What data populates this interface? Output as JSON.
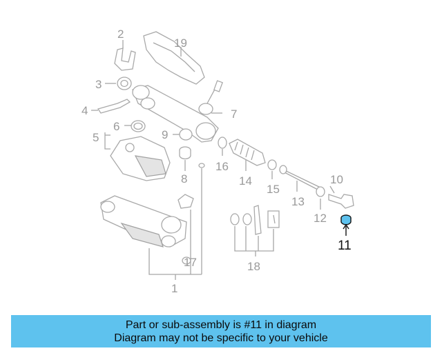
{
  "callouts": {
    "c1": "1",
    "c2": "2",
    "c3": "3",
    "c4": "4",
    "c5": "5",
    "c6": "6",
    "c7": "7",
    "c8": "8",
    "c9": "9",
    "c10": "10",
    "c11": "11",
    "c12": "12",
    "c13": "13",
    "c14": "14",
    "c15": "15",
    "c16": "16",
    "c17": "17",
    "c18": "18",
    "c19": "19"
  },
  "highlight": {
    "part_number": "11",
    "color": "#5ec2ee"
  },
  "banner": {
    "line1": "Part or sub-assembly is #11 in diagram",
    "line2": "Diagram may not be specific to your vehicle",
    "color": "#5ec2ee"
  }
}
